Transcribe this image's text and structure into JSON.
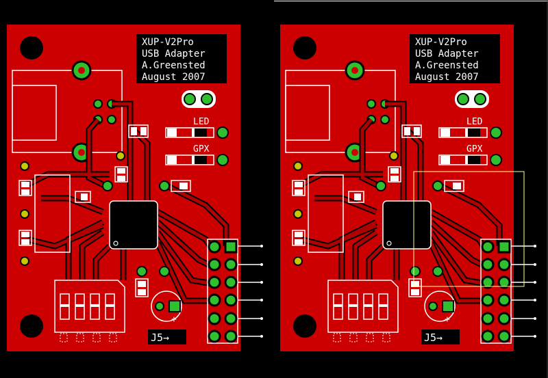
{
  "boards": [
    {
      "id": "left",
      "label_lines": [
        "XUP-V2Pro",
        "USB Adapter",
        "A.Greensted",
        "August 2007"
      ],
      "led_label": "LED",
      "gpx_label": "GPX",
      "connector_label": "J5→",
      "polarity_mark": "+"
    },
    {
      "id": "right",
      "label_lines": [
        "XUP-V2Pro",
        "USB Adapter",
        "A.Greensted",
        "August 2007"
      ],
      "led_label": "LED",
      "gpx_label": "GPX",
      "connector_label": "J5→",
      "polarity_mark": "+"
    }
  ],
  "colors": {
    "background": "#000000",
    "board": "#cc0000",
    "trace": "#b00000",
    "pad_green": "#2fbf2f",
    "silkscreen": "#ffffff",
    "via_yellow": "#c8c800",
    "highlight_box": "#ffff99"
  }
}
